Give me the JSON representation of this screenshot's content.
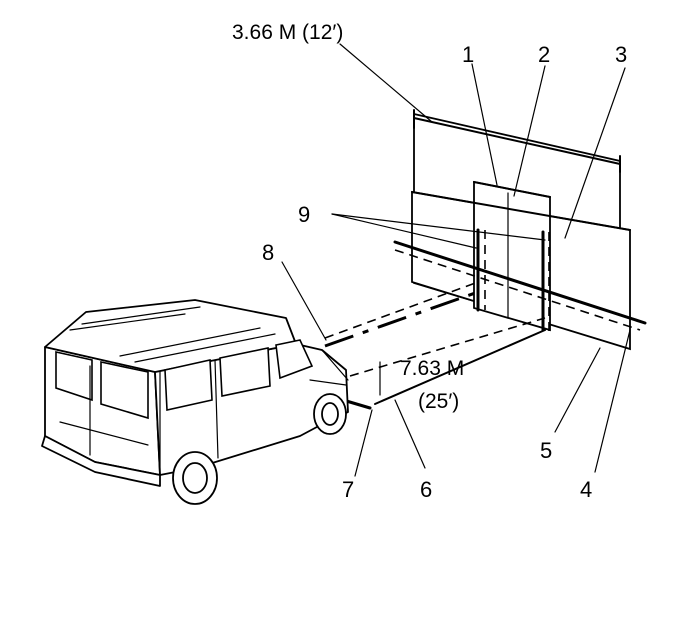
{
  "labels": {
    "width_dimension": "3.66 M (12′)",
    "distance_metric": "7.63 M",
    "distance_imperial": "(25′)",
    "callout_1": "1",
    "callout_2": "2",
    "callout_3": "3",
    "callout_4": "4",
    "callout_5": "5",
    "callout_6": "6",
    "callout_7": "7",
    "callout_8": "8",
    "callout_9": "9"
  }
}
